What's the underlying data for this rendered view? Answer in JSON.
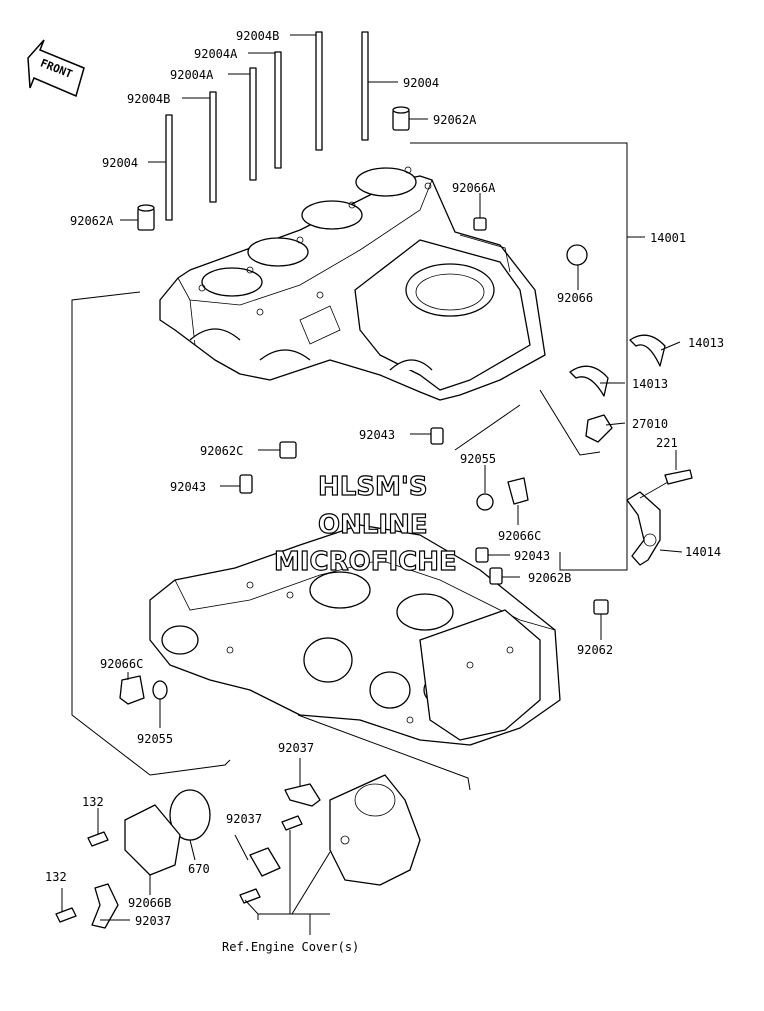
{
  "diagram": {
    "front_indicator": "FRONT",
    "watermark": [
      "HLSM'S",
      "ONLINE",
      "MICROFICHE"
    ],
    "footnote": "Ref.Engine Cover(s)",
    "labels": {
      "l_92004B_top": "92004B",
      "l_92004A_1": "92004A",
      "l_92004A_2": "92004A",
      "l_92004_right": "92004",
      "l_92004B_left": "92004B",
      "l_92062A_right": "92062A",
      "l_92004_left": "92004",
      "l_92066A": "92066A",
      "l_92062A_left": "92062A",
      "l_14001": "14001",
      "l_92066": "92066",
      "l_14013_a": "14013",
      "l_14013_b": "14013",
      "l_27010": "27010",
      "l_92043_top": "92043",
      "l_221": "221",
      "l_92062C": "92062C",
      "l_92055_right": "92055",
      "l_92043_left": "92043",
      "l_92066C_right": "92066C",
      "l_92043_right": "92043",
      "l_14014": "14014",
      "l_92062B": "92062B",
      "l_92062": "92062",
      "l_92066C_left": "92066C",
      "l_92055_left": "92055",
      "l_92037_top": "92037",
      "l_132_top": "132",
      "l_92037_mid": "92037",
      "l_670": "670",
      "l_132_bottom": "132",
      "l_92066B": "92066B",
      "l_92037_bottom": "92037"
    }
  }
}
